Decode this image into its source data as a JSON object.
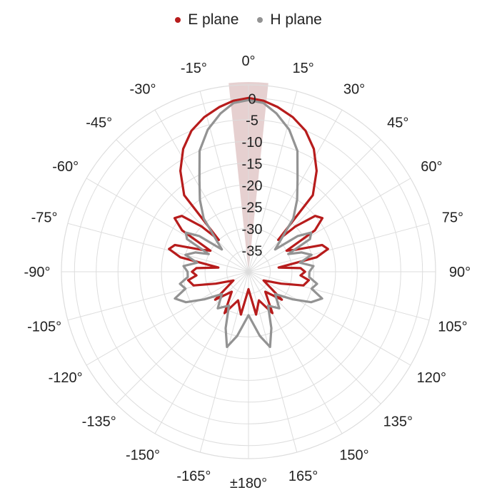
{
  "chart_data": {
    "type": "polar-line",
    "title": "",
    "angular_unit": "deg",
    "angle_zero": "top",
    "angle_direction": "clockwise",
    "angular_ticks": [
      "0°",
      "15°",
      "30°",
      "45°",
      "60°",
      "75°",
      "90°",
      "105°",
      "120°",
      "135°",
      "150°",
      "165°",
      "±180°",
      "-165°",
      "-150°",
      "-135°",
      "-120°",
      "-105°",
      "-90°",
      "-75°",
      "-60°",
      "-45°",
      "-30°",
      "-15°"
    ],
    "radial_range": [
      -40,
      3
    ],
    "radial_ticks": [
      0,
      -5,
      -10,
      -15,
      -20,
      -25,
      -30,
      -35
    ],
    "radial_tick_labels": [
      "0",
      "-5",
      "-10",
      "-15",
      "-20",
      "-25",
      "-30",
      "-35"
    ],
    "grid": true,
    "legend_position": "top-center",
    "highlight_sector": {
      "from_deg": -6,
      "to_deg": 6,
      "color": "#dcbcbc"
    },
    "series": [
      {
        "name": "E plane",
        "color": "#b71c1c",
        "points": [
          [
            -180,
            -36
          ],
          [
            -170,
            -30
          ],
          [
            -160,
            -33
          ],
          [
            -150,
            -29
          ],
          [
            -140,
            -34
          ],
          [
            -130,
            -30
          ],
          [
            -120,
            -36
          ],
          [
            -110,
            -32
          ],
          [
            -104,
            -27
          ],
          [
            -98,
            -26
          ],
          [
            -94,
            -28
          ],
          [
            -90,
            -27
          ],
          [
            -86,
            -28
          ],
          [
            -82,
            -33
          ],
          [
            -78,
            -24
          ],
          [
            -74,
            -21
          ],
          [
            -70,
            -22
          ],
          [
            -65,
            -28
          ],
          [
            -61,
            -30
          ],
          [
            -58,
            -22
          ],
          [
            -54,
            -19
          ],
          [
            -50,
            -20
          ],
          [
            -46,
            -25
          ],
          [
            -43,
            -30
          ],
          [
            -40,
            -17
          ],
          [
            -34,
            -12
          ],
          [
            -28,
            -8
          ],
          [
            -22,
            -5
          ],
          [
            -16,
            -3
          ],
          [
            -10,
            -1.5
          ],
          [
            -5,
            -0.5
          ],
          [
            0,
            0
          ],
          [
            5,
            -0.5
          ],
          [
            10,
            -1.5
          ],
          [
            16,
            -3
          ],
          [
            22,
            -5
          ],
          [
            28,
            -8
          ],
          [
            34,
            -12
          ],
          [
            40,
            -17
          ],
          [
            43,
            -30
          ],
          [
            46,
            -25
          ],
          [
            50,
            -20
          ],
          [
            54,
            -19
          ],
          [
            58,
            -22
          ],
          [
            61,
            -30
          ],
          [
            65,
            -28
          ],
          [
            70,
            -22
          ],
          [
            74,
            -21
          ],
          [
            78,
            -24
          ],
          [
            82,
            -33
          ],
          [
            86,
            -28
          ],
          [
            90,
            -27
          ],
          [
            94,
            -28
          ],
          [
            98,
            -26
          ],
          [
            104,
            -27
          ],
          [
            110,
            -32
          ],
          [
            120,
            -36
          ],
          [
            130,
            -30
          ],
          [
            140,
            -34
          ],
          [
            150,
            -29
          ],
          [
            160,
            -33
          ],
          [
            170,
            -30
          ],
          [
            180,
            -36
          ]
        ]
      },
      {
        "name": "H plane",
        "color": "#939393",
        "points": [
          [
            -180,
            -30
          ],
          [
            -170,
            -25
          ],
          [
            -164,
            -22
          ],
          [
            -158,
            -26
          ],
          [
            -150,
            -31
          ],
          [
            -140,
            -29
          ],
          [
            -130,
            -32
          ],
          [
            -122,
            -28
          ],
          [
            -116,
            -24
          ],
          [
            -110,
            -22
          ],
          [
            -105,
            -25
          ],
          [
            -100,
            -24
          ],
          [
            -95,
            -26
          ],
          [
            -90,
            -26
          ],
          [
            -85,
            -25
          ],
          [
            -80,
            -28
          ],
          [
            -75,
            -25
          ],
          [
            -70,
            -27
          ],
          [
            -66,
            -30
          ],
          [
            -62,
            -24
          ],
          [
            -58,
            -23
          ],
          [
            -54,
            -26
          ],
          [
            -50,
            -32
          ],
          [
            -46,
            -30
          ],
          [
            -40,
            -24
          ],
          [
            -34,
            -20
          ],
          [
            -28,
            -16
          ],
          [
            -22,
            -10
          ],
          [
            -16,
            -6
          ],
          [
            -10,
            -3
          ],
          [
            -5,
            -1
          ],
          [
            0,
            -0.5
          ],
          [
            5,
            -1
          ],
          [
            10,
            -3
          ],
          [
            16,
            -6
          ],
          [
            22,
            -10
          ],
          [
            28,
            -16
          ],
          [
            34,
            -20
          ],
          [
            40,
            -24
          ],
          [
            46,
            -30
          ],
          [
            50,
            -32
          ],
          [
            54,
            -26
          ],
          [
            58,
            -23
          ],
          [
            62,
            -24
          ],
          [
            66,
            -30
          ],
          [
            70,
            -27
          ],
          [
            75,
            -25
          ],
          [
            80,
            -28
          ],
          [
            85,
            -25
          ],
          [
            90,
            -26
          ],
          [
            95,
            -26
          ],
          [
            100,
            -24
          ],
          [
            105,
            -25
          ],
          [
            110,
            -22
          ],
          [
            116,
            -24
          ],
          [
            122,
            -28
          ],
          [
            130,
            -32
          ],
          [
            140,
            -29
          ],
          [
            150,
            -31
          ],
          [
            158,
            -26
          ],
          [
            164,
            -22
          ],
          [
            170,
            -25
          ],
          [
            180,
            -30
          ]
        ]
      }
    ]
  }
}
